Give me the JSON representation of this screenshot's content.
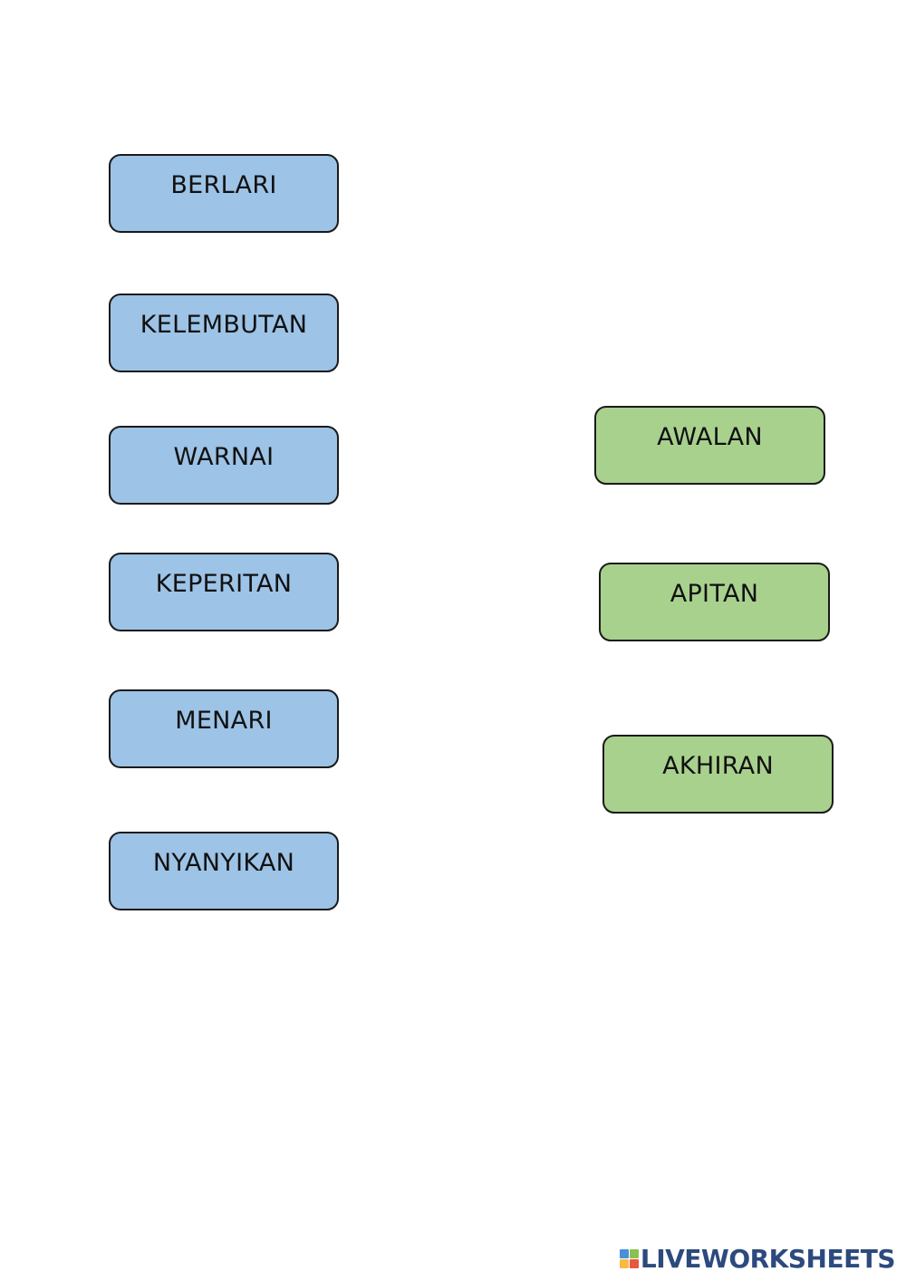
{
  "words": [
    {
      "label": "BERLARI"
    },
    {
      "label": "KELEMBUTAN"
    },
    {
      "label": "WARNAI"
    },
    {
      "label": "KEPERITAN"
    },
    {
      "label": "MENARI"
    },
    {
      "label": "NYANYIKAN"
    }
  ],
  "categories": [
    {
      "label": "AWALAN"
    },
    {
      "label": "APITAN"
    },
    {
      "label": "AKHIRAN"
    }
  ],
  "colors": {
    "word_box": "#9dc3e6",
    "category_box": "#a9d18e",
    "border": "#1a1a1a",
    "brand_text": "#2c4a7e",
    "logo_squares": [
      "#4a90d9",
      "#8cc152",
      "#f6bb42",
      "#e9573f"
    ]
  },
  "footer": {
    "brand": "LIVEWORKSHEETS",
    "logo_icon": "liveworksheets-logo-icon"
  }
}
